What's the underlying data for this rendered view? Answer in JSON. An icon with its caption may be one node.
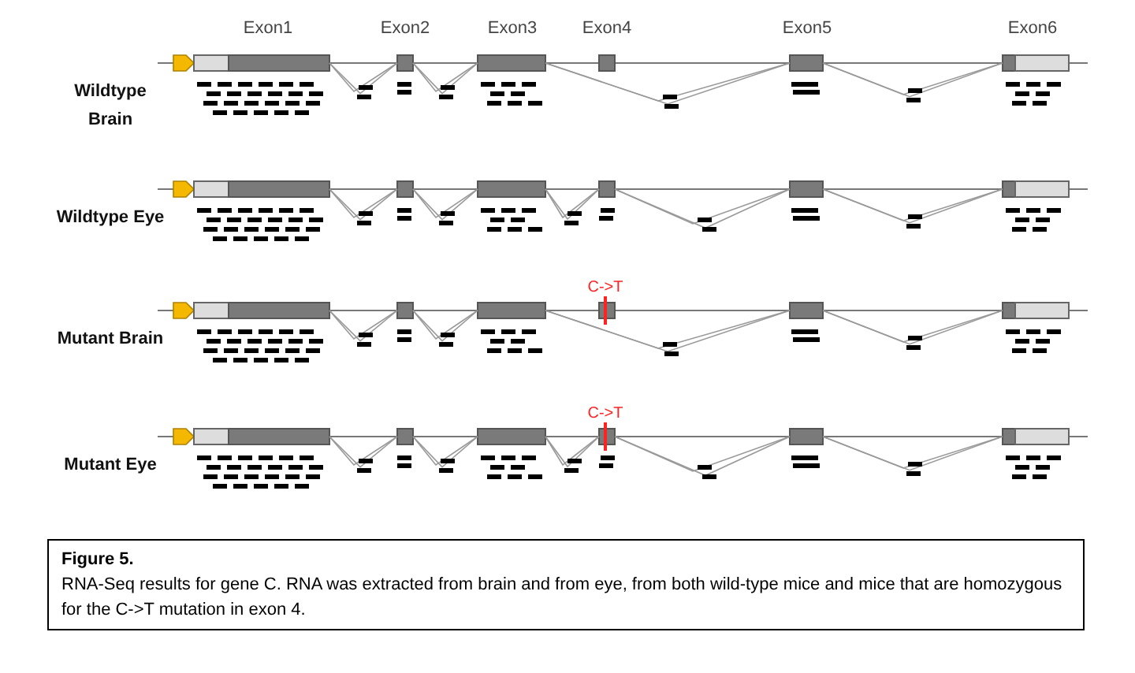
{
  "diagram": {
    "title": "Figure 5.",
    "caption": "RNA-Seq results for gene C. RNA was extracted from brain and from eye, from both wild-type mice and mice that are homozygous for the C->T mutation in exon 4.",
    "labels": [
      "Exon1",
      "Exon2",
      "Exon3",
      "Exon4",
      "Exon5",
      "Exon6",
      "Wildtype Brain",
      "Wildtype Eye",
      "C->T",
      "Mutant Brain",
      "C->T",
      "Mutant Eye"
    ]
  }
}
